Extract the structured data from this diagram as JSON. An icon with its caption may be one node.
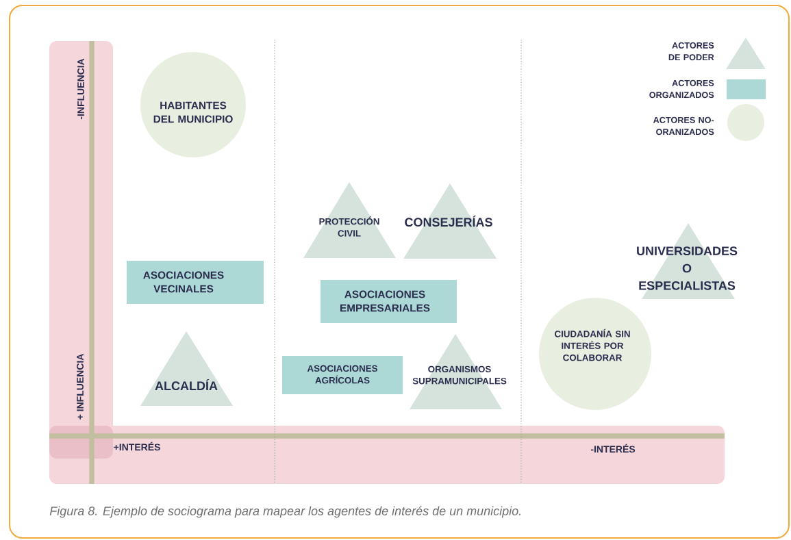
{
  "diagram": {
    "caption": "Figura 8. Ejemplo de sociograma para mapear los agentes de interés de un municipio.",
    "nodes": [
      {
        "text": [
          "HABITANTES DEL MUNICIPIO"
        ]
      },
      {
        "text": [
          "PROTECCIÓN CIVIL"
        ]
      },
      {
        "text": [
          "CONSEJERÍAS"
        ]
      },
      {
        "text": [
          "UNIVERSIDADES O ESPECIALISTAS"
        ]
      },
      {
        "text": [
          "ASOCIACIONES VECINALES"
        ]
      },
      {
        "text": [
          "ASOCIACIONES EMPRESARIALES"
        ]
      },
      {
        "text": [
          "CIUDADANÍA SIN INTERÉS POR COLABORAR"
        ]
      },
      {
        "text": [
          "ASOCIACIONES AGRÍCOLAS"
        ]
      },
      {
        "text": [
          "ORGANISMOS SUPRAMUNICIPALES"
        ]
      },
      {
        "text": [
          "ALCALDÍA"
        ]
      }
    ],
    "labels": [
      "-INFLUENCIA",
      "+ INFLUENCIA",
      "+INTERÉS",
      "-INTERÉS"
    ],
    "legend": [
      {
        "text": "ACTORES DE PODER",
        "color": "#d5e3dc"
      },
      {
        "text": "ACTORES ORGANIZADOS",
        "color": "#acd9d6"
      },
      {
        "text": "ACTORES NO-ORANIZADOS",
        "color": "#e8efe0"
      }
    ]
  }
}
